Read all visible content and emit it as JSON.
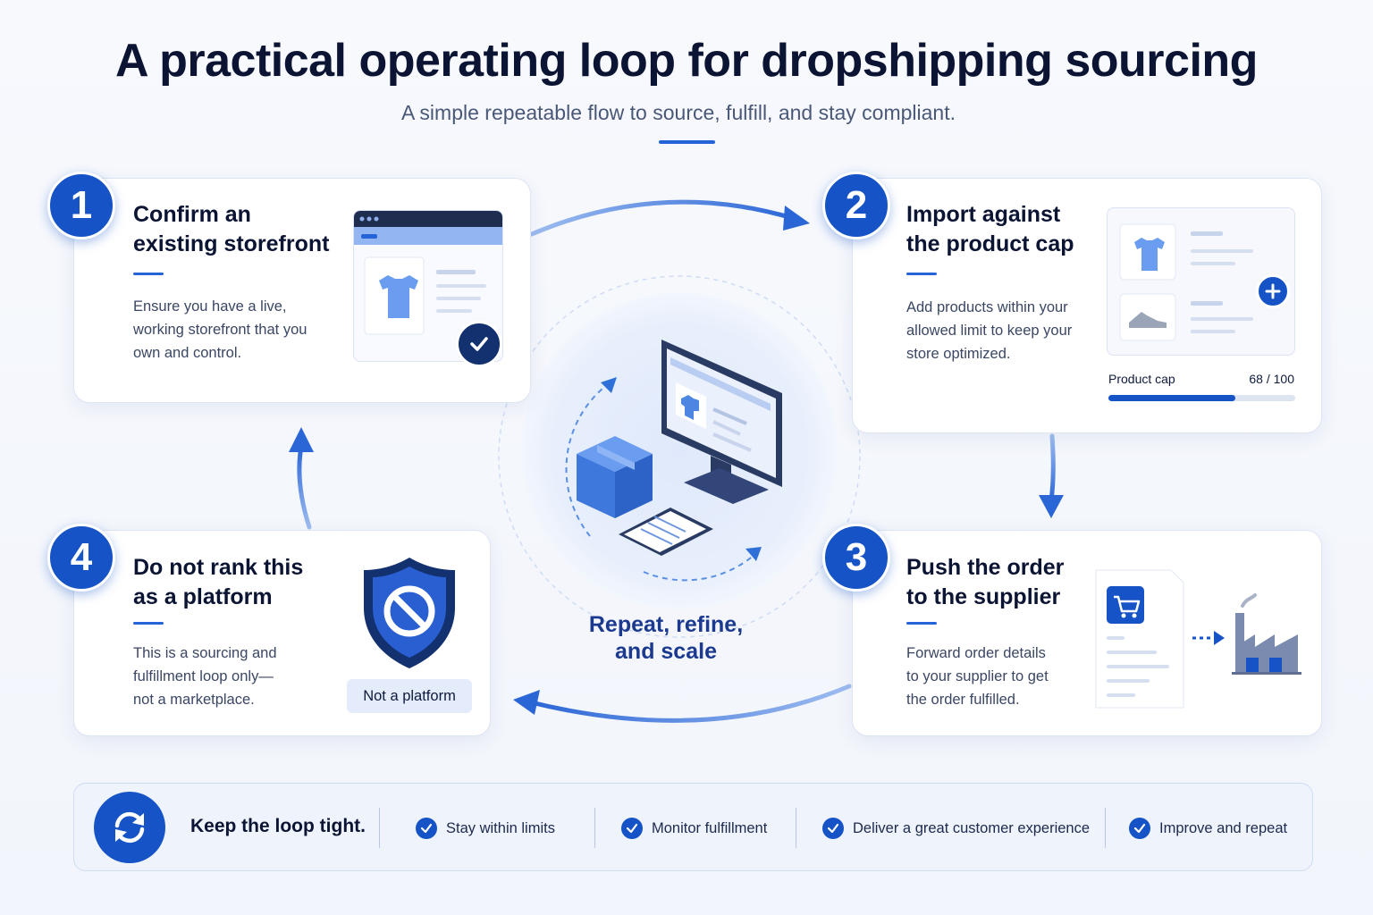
{
  "header": {
    "title": "A practical operating loop for dropshipping sourcing",
    "subtitle": "A simple repeatable flow to source, fulfill, and stay compliant."
  },
  "steps": [
    {
      "number": "1",
      "title_line1": "Confirm an",
      "title_line2": "existing storefront",
      "body_line1": "Ensure you have a live,",
      "body_line2": "working storefront that you",
      "body_line3": "own and control.",
      "icon": "storefront-browser-with-tshirt-and-check"
    },
    {
      "number": "2",
      "title_line1": "Import against",
      "title_line2": "the product cap",
      "body_line1": "Add products within your",
      "body_line2": "allowed limit to keep your",
      "body_line3": "store optimized.",
      "icon": "product-list-with-add",
      "cap_label": "Product cap",
      "cap_value": "68 / 100",
      "cap_fraction": 0.68
    },
    {
      "number": "3",
      "title_line1": "Push the order",
      "title_line2": "to the supplier",
      "body_line1": "Forward order details",
      "body_line2": "to your supplier to get",
      "body_line3": "the order fulfilled.",
      "icon": "order-document-to-factory"
    },
    {
      "number": "4",
      "title_line1": "Do not rank this",
      "title_line2": "as a platform",
      "body_line1": "This is a sourcing and",
      "body_line2": "fulfillment loop only—",
      "body_line3": "not a marketplace.",
      "icon": "shield-prohibited",
      "pill_label": "Not a platform"
    }
  ],
  "center": {
    "label_line1": "Repeat, refine,",
    "label_line2": "and scale",
    "icon": "monitor-box-clipboard"
  },
  "footer": {
    "title": "Keep the loop tight.",
    "icon": "refresh-icon",
    "items": [
      "Stay within limits",
      "Monitor fulfillment",
      "Deliver a great customer experience",
      "Improve and repeat"
    ]
  },
  "colors": {
    "accent": "#1553c6",
    "arrow": "#2f6fd8",
    "title": "#0b1433"
  }
}
